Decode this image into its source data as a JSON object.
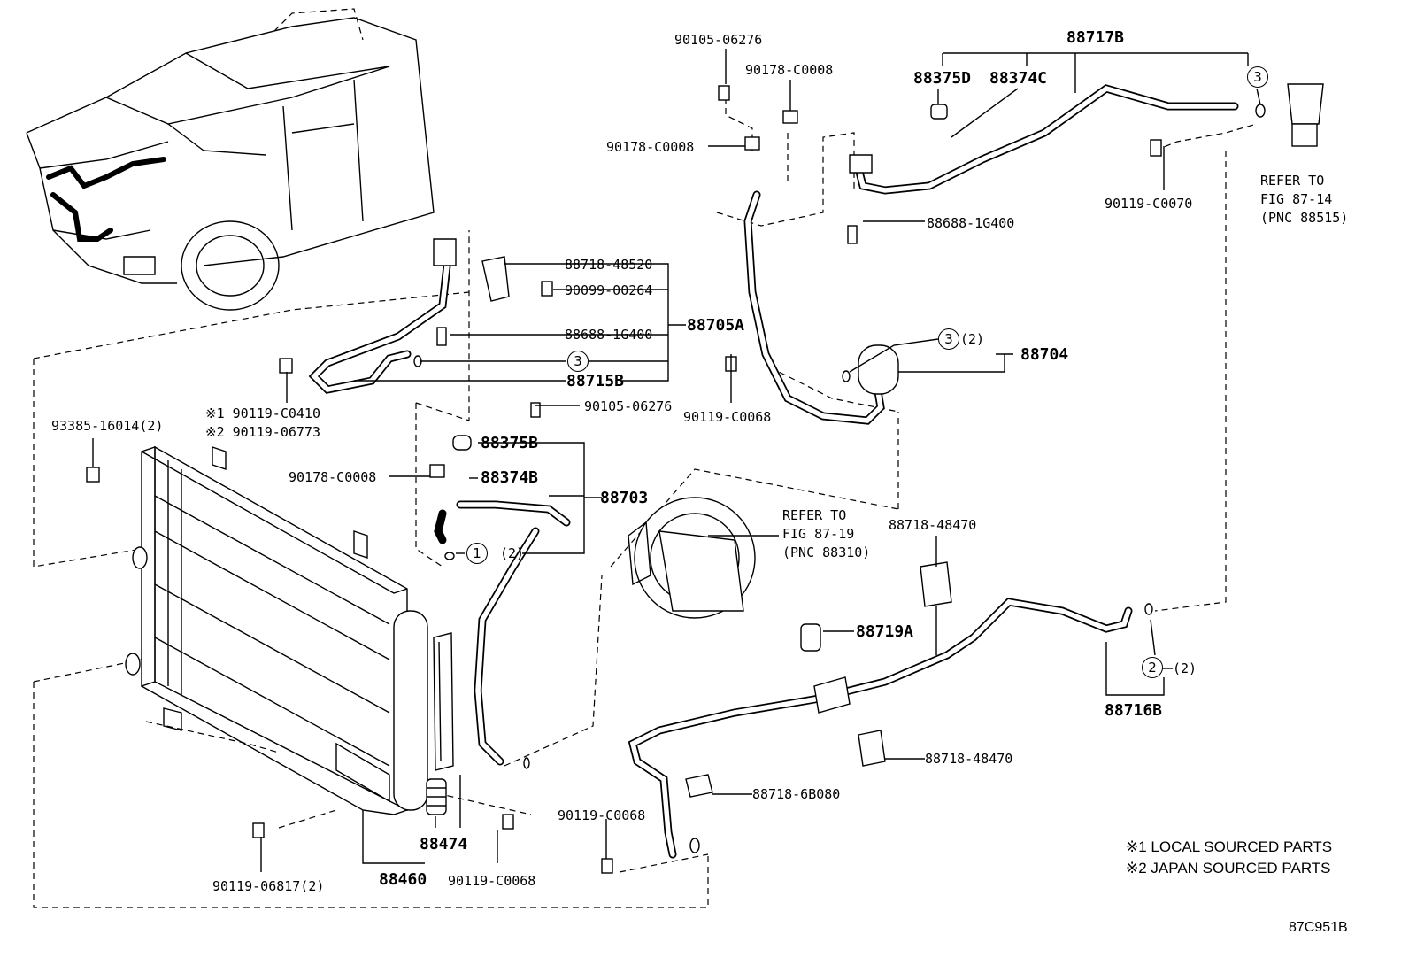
{
  "labels": {
    "p88717B": "88717B",
    "p90105_top": "90105-06276",
    "p90178_top": "90178-C0008",
    "p88375D": "88375D",
    "p88374C": "88374C",
    "p90178_mid": "90178-C0008",
    "p90119_C0070": "90119-C0070",
    "p88688_top": "88688-1G400",
    "p88718_48520": "88718-48520",
    "p90099_00264": "90099-00264",
    "p88688_mid": "88688-1G400",
    "p88705A": "88705A",
    "p88715B": "88715B",
    "p90119_C0068_a": "90119-C0068",
    "p88704": "88704",
    "p90119_C0410": "※1 90119-C0410",
    "p90119_06773": "※2 90119-06773",
    "p93385": "93385-16014(2)",
    "p90105_mid": "90105-06276",
    "p88375B": "88375B",
    "p88374B": "88374B",
    "p90178_low": "90178-C0008",
    "p88703": "88703",
    "p88718_48470_a": "88718-48470",
    "p88719A": "88719A",
    "p88716B": "88716B",
    "p88718_48470_b": "88718-48470",
    "p88718_6B080": "88718-6B080",
    "p90119_C0068_b": "90119-C0068",
    "p90119_C0068_c": "90119-C0068",
    "p88474": "88474",
    "p88460": "88460",
    "p90119_06817": "90119-06817(2)",
    "qty_2": "(2)"
  },
  "refers": {
    "right_line1": "REFER TO",
    "right_line2": "FIG 87-14",
    "right_line3": "(PNC 88515)",
    "mid_line1": "REFER TO",
    "mid_line2": "FIG 87-19",
    "mid_line3": "(PNC 88310)"
  },
  "callouts": {
    "one": "1",
    "two": "2",
    "three": "3"
  },
  "notes": {
    "local": "※1 LOCAL SOURCED PARTS",
    "japan": "※2 JAPAN SOURCED PARTS"
  },
  "figure_code": "87C951B"
}
